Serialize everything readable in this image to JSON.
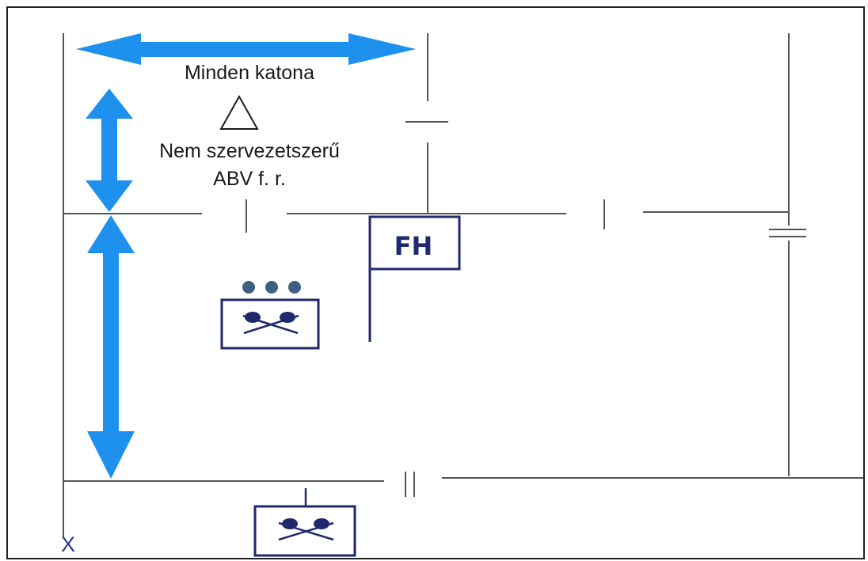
{
  "labels": {
    "all_soldiers": "Minden katona",
    "nonorg_line1": "Nem szervezetszerű",
    "nonorg_line2": "ABV f. r.",
    "fh": "FH",
    "x_marker": "X"
  },
  "colors": {
    "arrow": "#1e90ee",
    "line": "#555555",
    "unit_navy": "#1f2a6e",
    "dot": "#3d5f86",
    "frame": "#222222"
  },
  "icons": [
    "double-headed-arrow-icon",
    "triangle-icon",
    "unit-symbol-icon",
    "flag-icon"
  ]
}
